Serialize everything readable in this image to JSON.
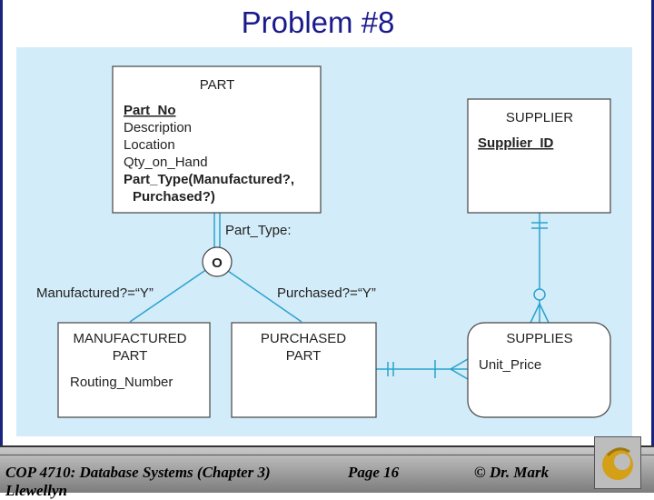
{
  "slide": {
    "title": "Problem #8"
  },
  "diagram": {
    "part": {
      "name": "PART",
      "attrs": [
        "Part_No",
        "Description",
        "Location",
        "Qty_on_Hand",
        "Part_Type(Manufactured?,",
        "Purchased?)"
      ]
    },
    "supplier": {
      "name": "SUPPLIER",
      "attrs": [
        "Supplier_ID"
      ]
    },
    "manufactured": {
      "name_line1": "MANUFACTURED",
      "name_line2": "PART",
      "attrs": [
        "Routing_Number"
      ]
    },
    "purchased": {
      "name_line1": "PURCHASED",
      "name_line2": "PART"
    },
    "supplies": {
      "name": "SUPPLIES",
      "attrs": [
        "Unit_Price"
      ]
    },
    "subtype_discriminator": "Part_Type:",
    "overlap_symbol": "O",
    "manufactured_condition": "Manufactured?=“Y”",
    "purchased_condition": "Purchased?=“Y”",
    "line_color": "#29a3cc"
  },
  "footer": {
    "course": "COP 4710: Database Systems  (Chapter 3)",
    "page": "Page 16",
    "author": "© Dr. Mark",
    "author_overflow": "Llewellyn"
  }
}
